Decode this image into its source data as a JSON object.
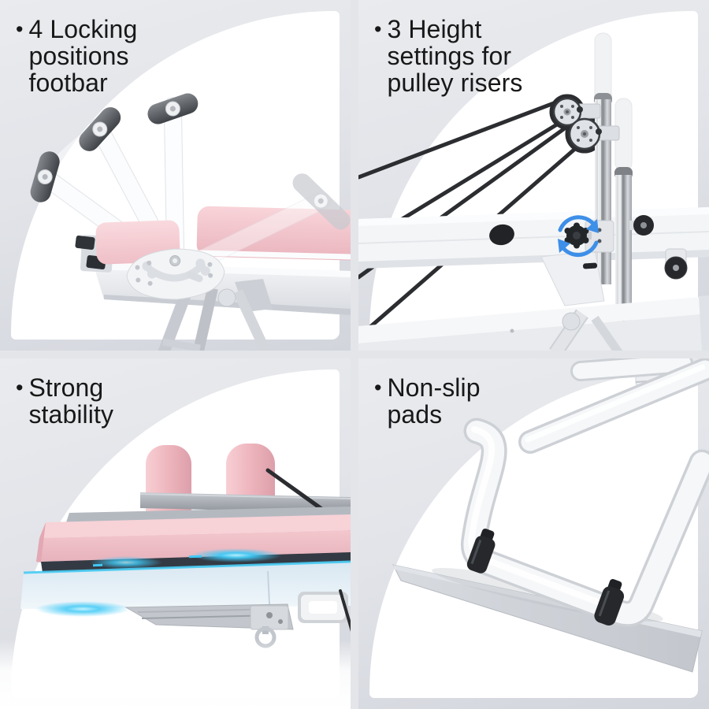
{
  "page": {
    "kind": "product-feature-collage",
    "gap_color": "#e3e5e9",
    "panel_color": "#ffffff"
  },
  "bullet": "•",
  "features": [
    {
      "id": "footbar",
      "lines": [
        "4 Locking",
        "positions",
        "footbar"
      ],
      "illustration": "footbar-locking-positions"
    },
    {
      "id": "pulley",
      "lines": [
        "3 Height",
        "settings for",
        "pulley risers"
      ],
      "illustration": "pulley-riser-heights"
    },
    {
      "id": "stability",
      "lines": [
        "Strong",
        "stability"
      ],
      "illustration": "carriage-underside-glow"
    },
    {
      "id": "pads",
      "lines": [
        "Non-slip",
        "pads"
      ],
      "illustration": "base-leg-on-pad"
    }
  ],
  "colors": {
    "text": "#181818",
    "cushion_pink": "#eeb9c1",
    "cushion_pink_light": "#f8d4d9",
    "rope_black": "#2b2d30",
    "metal_dark": "#43474c",
    "chrome_gray": "#8b8f94",
    "frame_white": "#f4f5f7",
    "rotation_arrow_blue": "#3d8fe8",
    "glow_cyan": "#3fc8f5",
    "pad_gray": "#cdd0d6"
  }
}
